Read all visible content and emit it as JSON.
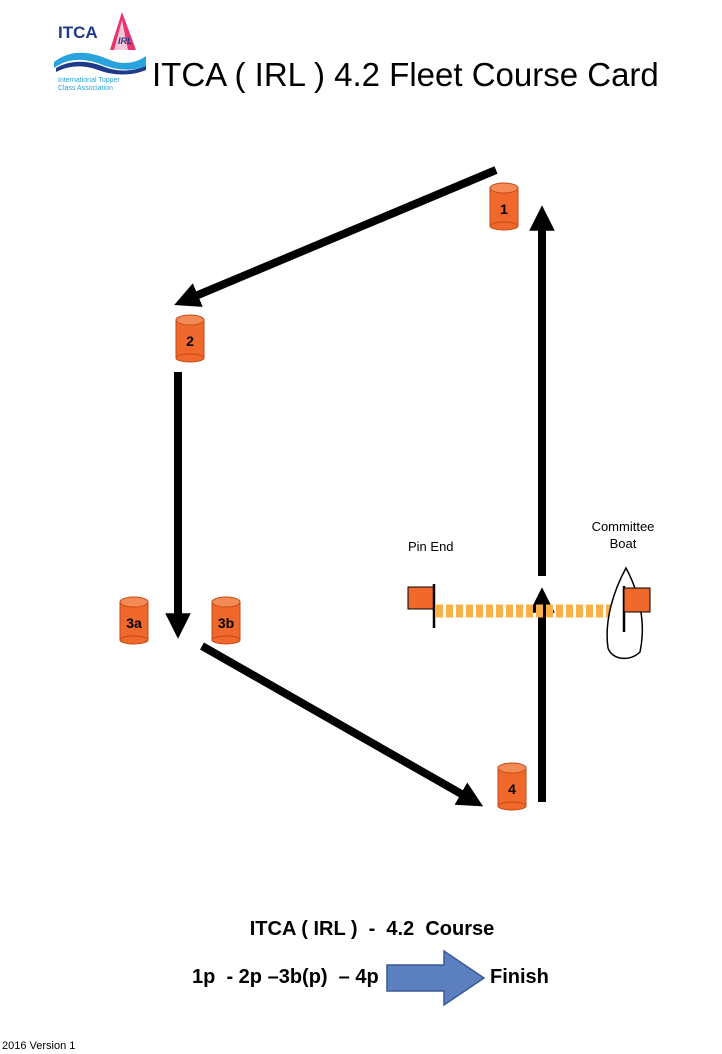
{
  "header": {
    "logo": {
      "acronym": "ITCA",
      "sail_text": "IRL",
      "association_line1": "International Topper",
      "association_line2": "Class Association",
      "colors": {
        "acronym": "#1f3a8a",
        "sail": "#e8336d",
        "wave": "#29a3dd",
        "caption": "#29a3dd"
      }
    },
    "title": "ITCA ( IRL ) 4.2 Fleet  Course Card"
  },
  "diagram": {
    "marks": [
      {
        "id": "1",
        "label": "1"
      },
      {
        "id": "2",
        "label": "2"
      },
      {
        "id": "3a",
        "label": "3a"
      },
      {
        "id": "3b",
        "label": "3b"
      },
      {
        "id": "4",
        "label": "4"
      }
    ],
    "pin_end_label": "Pin End",
    "committee_boat_label_line1": "Committee",
    "committee_boat_label_line2": "Boat",
    "colors": {
      "buoy": "#f0682c",
      "buoy_stroke": "#c24a14",
      "flag": "#f0682c",
      "start_line": "#f8b04a",
      "leg_arrow": "#000000"
    }
  },
  "course": {
    "title": "ITCA ( IRL )  -  4.2  Course",
    "sequence": "1p  - 2p –3b(p)  – 4p",
    "finish_label": "Finish",
    "finish_arrow_color": "#5b7fbf"
  },
  "footer": {
    "version": "2016  Version 1"
  }
}
